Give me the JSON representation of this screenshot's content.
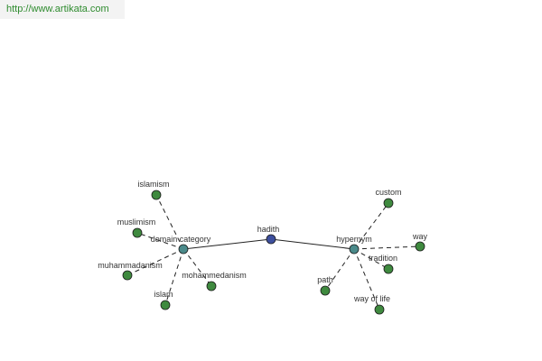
{
  "header": {
    "url": "http://www.artikata.com"
  },
  "graph": {
    "colors": {
      "center": "#3d4f9e",
      "relation": "#4a8a8a",
      "leaf": "#3f8a3f",
      "edge": "#222222"
    },
    "center": {
      "label": "hadith"
    },
    "relations": [
      {
        "label": "domain category",
        "leaves": [
          "islamism",
          "muslimism",
          "muhammadanism",
          "islam",
          "mohammedanism"
        ]
      },
      {
        "label": "hypernym",
        "leaves": [
          "custom",
          "way",
          "tradition",
          "way of life",
          "path"
        ]
      }
    ]
  }
}
